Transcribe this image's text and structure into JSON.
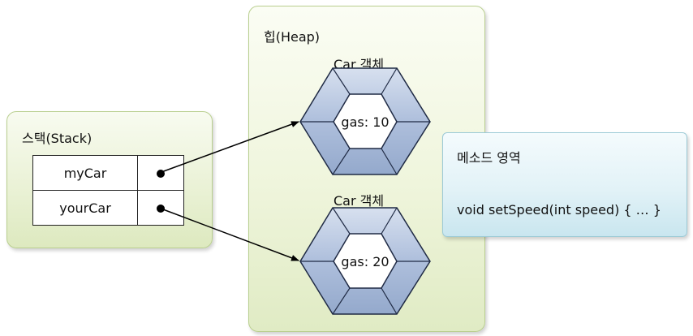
{
  "stack": {
    "title": "스택(Stack)",
    "rows": [
      {
        "name": "myCar"
      },
      {
        "name": "yourCar"
      }
    ]
  },
  "heap": {
    "title": "힙(Heap)",
    "objects": [
      {
        "label": "Car 객체",
        "field": "gas: 10"
      },
      {
        "label": "Car 객체",
        "field": "gas: 20"
      }
    ]
  },
  "method_area": {
    "title": "메소드 영역",
    "code": "void setSpeed(int speed) { … }"
  },
  "colors": {
    "green_panel_border": "#b9cf8f",
    "blue_panel_border": "#9ccad6",
    "hex_fill": "#b7c6e0",
    "hex_stroke": "#1f2a44"
  }
}
